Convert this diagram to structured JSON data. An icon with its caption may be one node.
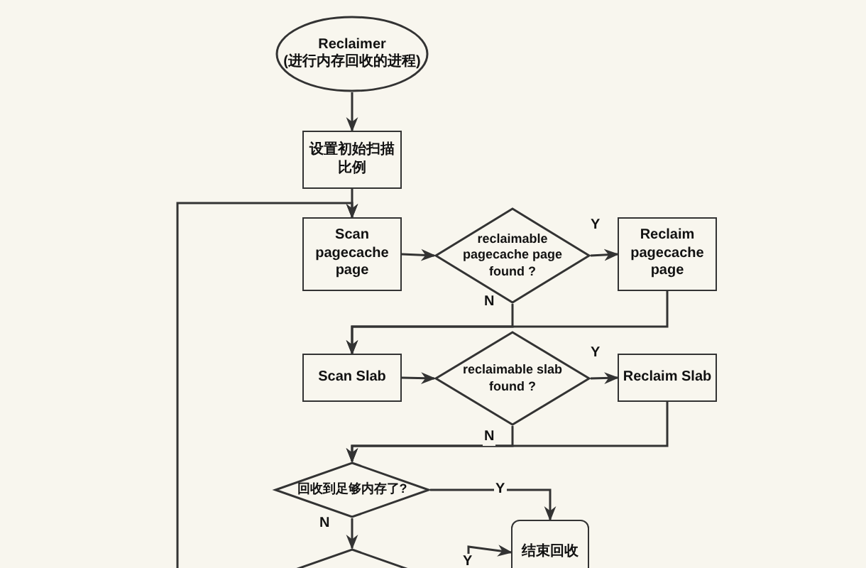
{
  "diagram": {
    "nodes": [
      {
        "text": [
          "Reclaimer",
          "(进行内存回收的进程)"
        ]
      },
      {
        "text": [
          "设置初始扫描比例"
        ]
      },
      {
        "text": [
          "Scan pagecache page"
        ]
      },
      {
        "text": [
          "reclaimable pagecache page found ?"
        ]
      },
      {
        "text": [
          "Reclaim pagecache page"
        ]
      },
      {
        "text": [
          "Scan Slab"
        ]
      },
      {
        "text": [
          "reclaimable slab found ?"
        ]
      },
      {
        "text": [
          "Reclaim Slab"
        ]
      },
      {
        "text": [
          "回收到足够内存了?"
        ]
      },
      {
        "text": [
          "结束回收"
        ]
      },
      {
        "text": [],
        "shape": "diamond"
      }
    ],
    "edges": [
      {
        "from": 0,
        "to": 1,
        "arrow": "to"
      },
      {
        "from": 1,
        "to": 2,
        "arrow": "to"
      },
      {
        "from": 2,
        "to": 3,
        "arrow": "to"
      },
      {
        "from": 3,
        "to": 4,
        "arrow": "to",
        "label": "Y"
      },
      {
        "from": 3,
        "to": 5,
        "arrow": "to",
        "label": "N"
      },
      {
        "from": 4,
        "to": 5,
        "arrow": "to"
      },
      {
        "from": 5,
        "to": 6,
        "arrow": "to"
      },
      {
        "from": 6,
        "to": 7,
        "arrow": "to",
        "label": "Y"
      },
      {
        "from": 6,
        "to": 8,
        "arrow": "to",
        "label": "N"
      },
      {
        "from": 7,
        "to": 8,
        "arrow": "to"
      },
      {
        "from": 8,
        "to": 9,
        "arrow": "to",
        "label": "Y"
      },
      {
        "from": 8,
        "to": 10,
        "arrow": "to",
        "label": "N"
      },
      {
        "from": null,
        "to": 9,
        "arrow": "to",
        "label": "Y"
      },
      {
        "from": null,
        "to": 2,
        "arrow": "to"
      }
    ]
  }
}
